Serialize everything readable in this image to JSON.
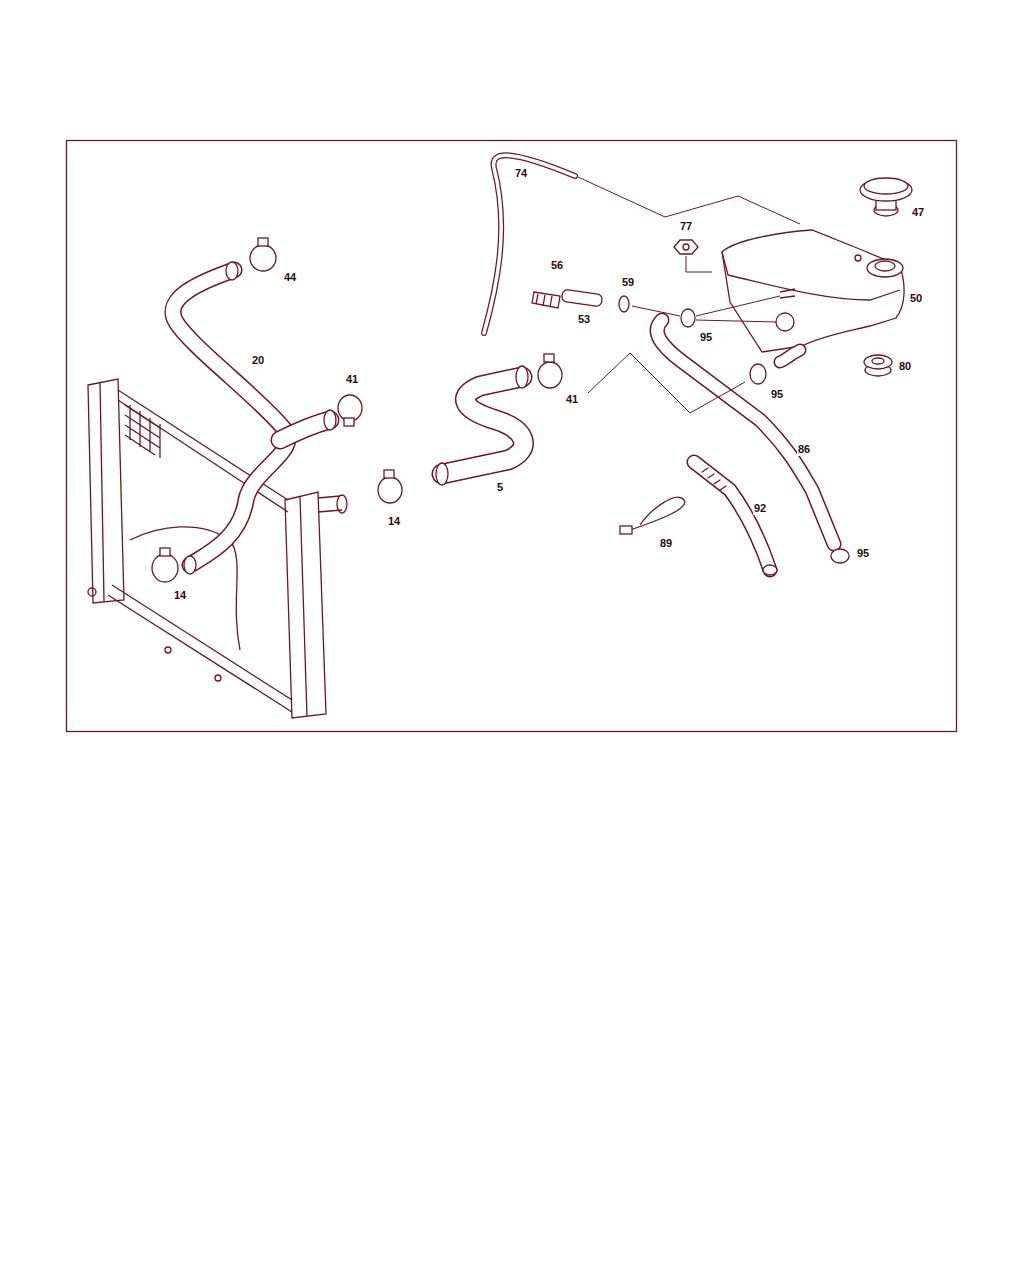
{
  "diagram": {
    "labels": [
      "74",
      "47",
      "77",
      "44",
      "56",
      "59",
      "50",
      "53",
      "95",
      "20",
      "41",
      "80",
      "95",
      "41",
      "86",
      "14",
      "5",
      "92",
      "89",
      "14",
      "95"
    ]
  }
}
